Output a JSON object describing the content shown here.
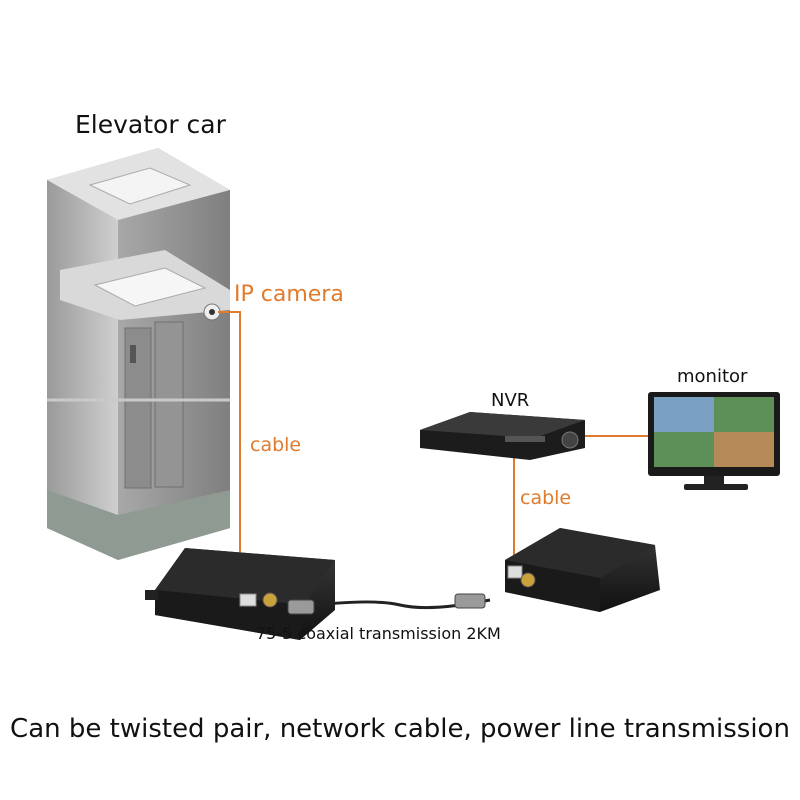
{
  "labels": {
    "title": "Elevator car",
    "ip_camera": "IP camera",
    "cable_left": "cable",
    "nvr": "NVR",
    "monitor": "monitor",
    "cable_right": "cable",
    "coax": "75-5 coaxial transmission 2KM",
    "footer": "Can be twisted pair, network cable, power line transmission"
  },
  "colors": {
    "accent": "#e07b2e",
    "text": "#111111"
  }
}
